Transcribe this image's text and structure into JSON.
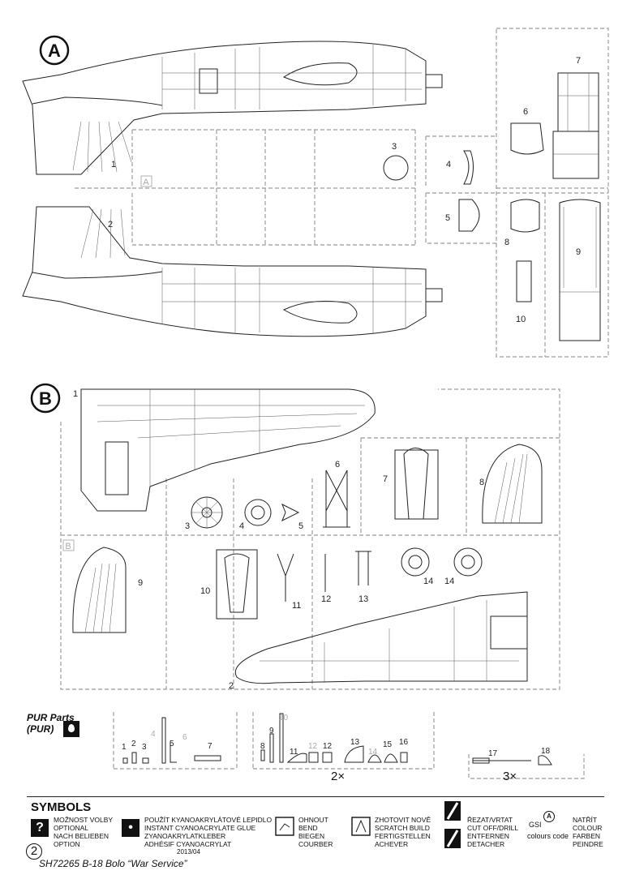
{
  "sprue_a": {
    "label": "A",
    "frame_label": "A",
    "parts": [
      {
        "n": "1"
      },
      {
        "n": "2"
      },
      {
        "n": "3"
      },
      {
        "n": "4"
      },
      {
        "n": "5"
      },
      {
        "n": "6"
      },
      {
        "n": "7"
      },
      {
        "n": "8"
      },
      {
        "n": "9"
      },
      {
        "n": "10"
      }
    ]
  },
  "sprue_b": {
    "label": "B",
    "frame_label": "B",
    "parts": [
      {
        "n": "1"
      },
      {
        "n": "2"
      },
      {
        "n": "3"
      },
      {
        "n": "4"
      },
      {
        "n": "5"
      },
      {
        "n": "6"
      },
      {
        "n": "7"
      },
      {
        "n": "8"
      },
      {
        "n": "9"
      },
      {
        "n": "10"
      },
      {
        "n": "11"
      },
      {
        "n": "12"
      },
      {
        "n": "13"
      },
      {
        "n": "14"
      },
      {
        "n": "14"
      }
    ]
  },
  "pur": {
    "title": "PUR Parts",
    "subtitle": "(PUR)",
    "group1": [
      "1",
      "2",
      "3",
      "4",
      "5",
      "6",
      "7"
    ],
    "group2": [
      "8",
      "9",
      "10",
      "11",
      "12",
      "12",
      "13",
      "14",
      "15",
      "16"
    ],
    "group2_mult": "2×",
    "group3": [
      "17",
      "18"
    ],
    "group3_mult": "3×"
  },
  "symbols": {
    "heading": "SYMBOLS",
    "items": [
      {
        "icon": "question-icon",
        "lines": [
          "Možnost volby",
          "Optional",
          "Nach Belieben",
          "Option"
        ]
      },
      {
        "icon": "glue-drop-icon",
        "lines": [
          "Použít kyanoakrylátové lepidlo",
          "Instant cyanoacrylate glue",
          "Zyanoakrylatkleber",
          "Adhésif cyanoacrylat"
        ]
      },
      {
        "icon": "bend-icon",
        "lines": [
          "Ohnout",
          "Bend",
          "Biegen",
          "Courber"
        ]
      },
      {
        "icon": "scratch-build-icon",
        "lines": [
          "Zhotovit nově",
          "Scratch build",
          "Fertigstellen",
          "Achever"
        ]
      },
      {
        "icon": "cut-icon",
        "lines": [
          "Řezat/vrtat",
          "Cut off/drill",
          "Entfernen",
          "Detacher"
        ]
      },
      {
        "icon": "colour-code-icon",
        "lines": [
          "Natřít",
          "Colour",
          "Farben",
          "Peindre"
        ],
        "gsi": "GSI",
        "gsi_letter": "A",
        "code_label": "colours code"
      }
    ]
  },
  "footer": {
    "page": "2",
    "date": "2013/04",
    "title": "SH72265 B-18 Bolo “War Service”"
  }
}
